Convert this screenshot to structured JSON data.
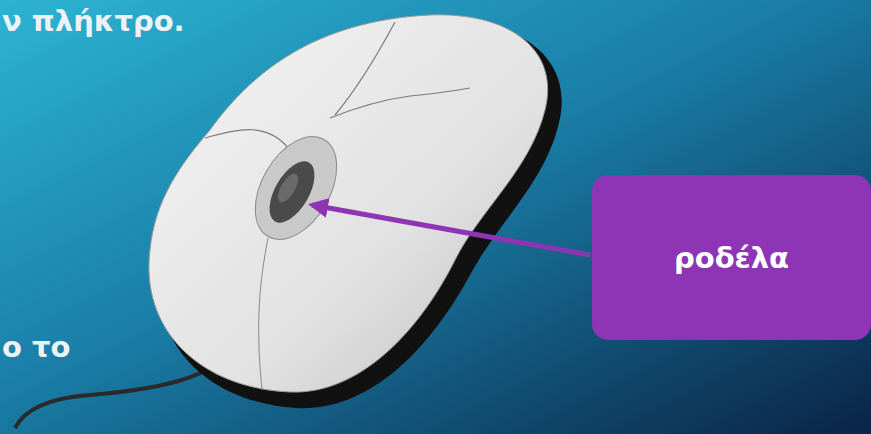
{
  "diagram": {
    "nodes": [
      {
        "text": [
          "ροδέλα"
        ]
      }
    ],
    "labels": [
      "ν πλήκτρο.",
      "ο το"
    ]
  }
}
